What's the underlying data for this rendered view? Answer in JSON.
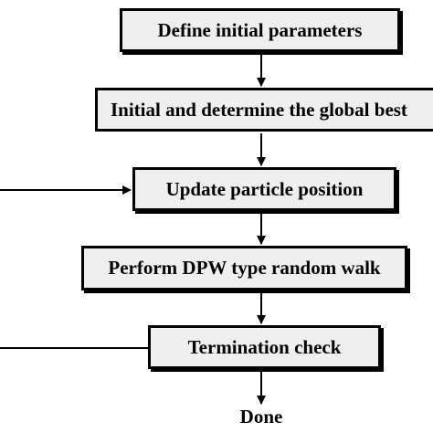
{
  "flowchart": {
    "steps": [
      {
        "id": "define",
        "label": "Define initial parameters"
      },
      {
        "id": "initial",
        "label": "Initial and determine the global best"
      },
      {
        "id": "update",
        "label": "Update particle position"
      },
      {
        "id": "perform",
        "label": "Perform DPW type random walk"
      },
      {
        "id": "termination",
        "label": "Termination check"
      }
    ],
    "end_label": "Done",
    "colors": {
      "box_fill": "#efefef",
      "line": "#000000"
    }
  }
}
